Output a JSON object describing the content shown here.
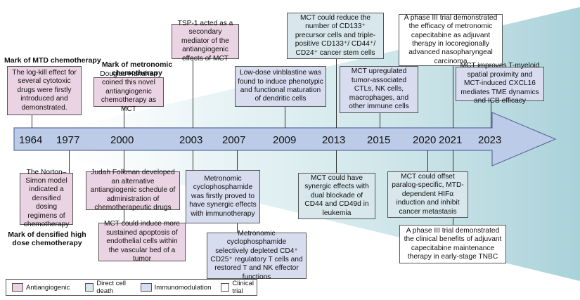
{
  "timeline": {
    "years": [
      "1964",
      "1977",
      "2000",
      "2003",
      "2007",
      "2009",
      "2013",
      "2015",
      "2020",
      "2021",
      "2023"
    ]
  },
  "marks": {
    "mtd": "Mark of MTD chemotherapy",
    "metronomic": "Mark of metronomic chemotherapy",
    "densified": "Mark of densified high dose chemotherapy"
  },
  "events_top": {
    "e1964": "The log-kill effect for several cytotoxic drugs were firstly introduced and demonstrated.",
    "e2000_top": "Douglas Hanahan coined this novel antiangiogenic chemotherapy as MCT",
    "e2003": "TSP-1 acted as a secondary mediator of the antiangiogenic effects of MCT",
    "e2009": "Low-dose vinblastine was found to induce phenotypic and functional maturation of dendritic cells",
    "e2013_top": "MCT could reduce the number of CD133⁺ precursor cells and triple-positive CD133⁺/ CD44⁺/ CD24⁺ cancer stem cells",
    "e2015": "MCT upregulated tumor-associated CTLs, NK cells, macrophages, and other immune cells",
    "e2021_top": "A phase III trial demonstrated the efficacy of metronomic capecitabine as adjuvant therapy in locoregionally advanced nasopharyngeal carcinoma",
    "e2023": "MCT improves T-myeloid spatial proximity and MCT-induced CXCL16 mediates TME dynamics and ICB efficacy"
  },
  "events_bottom": {
    "e1977": "The Norton–Simon model indicated a densified dosing regimens of chemotherapy",
    "e2000_a": "Judah Folkman developed an alternative antiangiogenic schedule of administration of chemotherapeutic drugs",
    "e2000_b": "MCT could induce more sustained apoptosis of endothelial cells within the vascular bed of a tumor",
    "e2007_a": "Metronomic cyclophosphamide was firstly proved to have synergic effects with immunotherapy",
    "e2007_b": "Metronomic cyclophosphamide selectively depleted CD4⁺ CD25⁺ regulatory T cells and restored T and NK effector functions",
    "e2013_bottom": "MCT could have synergic effects with dual blockade of CD44 and CD49d in leukemia",
    "e2020": "MCT could offset paralog-specific, MTD-dependent HIFα induction and inhibit cancer metastasis",
    "e2021_bottom": "A phase III trial demonstrated the clinical benefits of adjuvant capecitabine maintenance therapy in early-stage TNBC"
  },
  "legend": [
    {
      "label": "Antiangiogenic",
      "color": "#ead3e2"
    },
    {
      "label": "Direct cell death",
      "color": "#d8e7ec"
    },
    {
      "label": "Immunomodulation",
      "color": "#d7dcef"
    },
    {
      "label": "Clinical trial",
      "color": "#ffffff"
    }
  ],
  "colors": {
    "arrow": "#bccbe7",
    "arrow_border": "#5c6f9e",
    "wedge": "#b3d7dd"
  }
}
